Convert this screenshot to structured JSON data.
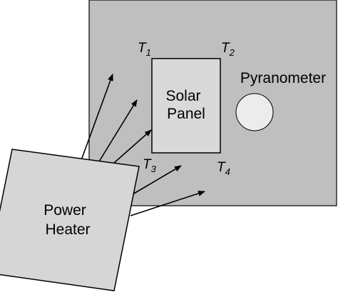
{
  "diagram": {
    "solar_panel": {
      "line1": "Solar",
      "line2": "Panel"
    },
    "pyranometer": {
      "label": "Pyranometer"
    },
    "power_heater": {
      "line1": "Power",
      "line2": "Heater"
    },
    "sensors": [
      {
        "letter": "T",
        "index": "1"
      },
      {
        "letter": "T",
        "index": "2"
      },
      {
        "letter": "T",
        "index": "3"
      },
      {
        "letter": "T",
        "index": "4"
      }
    ]
  },
  "colors": {
    "plate": "#bfbfbf",
    "panel": "#d9d9d9",
    "heater": "#d6d6d6",
    "pyranometer": "#ececec",
    "stroke": "#000000"
  }
}
